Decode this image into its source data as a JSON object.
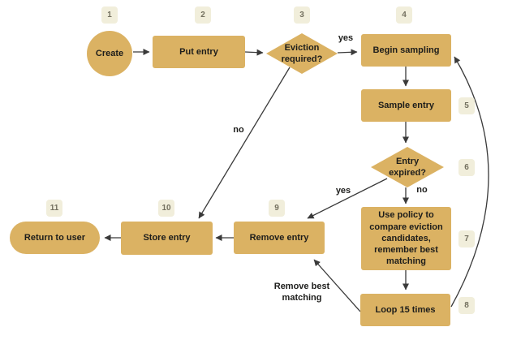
{
  "diagram": {
    "type": "flowchart",
    "colors": {
      "background": "#ffffff",
      "node_fill": "#dbb263",
      "badge_fill": "#f1eedb",
      "badge_text": "#73705f",
      "edge": "#3a3a3a",
      "text": "#1d1d1b"
    },
    "nodes": [
      {
        "badge": "1",
        "label": "Create",
        "shape": "circle"
      },
      {
        "badge": "2",
        "label": "Put entry",
        "shape": "rect"
      },
      {
        "badge": "3",
        "label": "Eviction required?",
        "shape": "diamond"
      },
      {
        "badge": "4",
        "label": "Begin sampling",
        "shape": "rect"
      },
      {
        "badge": "5",
        "label": "Sample entry",
        "shape": "rect"
      },
      {
        "badge": "6",
        "label": "Entry expired?",
        "shape": "diamond"
      },
      {
        "badge": "7",
        "label": "Use policy to compare eviction candidates, remember best matching",
        "shape": "rect"
      },
      {
        "badge": "8",
        "label": "Loop 15 times",
        "shape": "rect"
      },
      {
        "badge": "9",
        "label": "Remove entry",
        "shape": "rect"
      },
      {
        "badge": "10",
        "label": "Store entry",
        "shape": "rect"
      },
      {
        "badge": "11",
        "label": "Return to user",
        "shape": "pill"
      }
    ],
    "edges": [
      {
        "from": "Create",
        "to": "Put entry",
        "label": ""
      },
      {
        "from": "Put entry",
        "to": "Eviction required?",
        "label": ""
      },
      {
        "from": "Eviction required?",
        "to": "Begin sampling",
        "label": "yes"
      },
      {
        "from": "Eviction required?",
        "to": "Store entry",
        "label": "no"
      },
      {
        "from": "Begin sampling",
        "to": "Sample entry",
        "label": ""
      },
      {
        "from": "Sample entry",
        "to": "Entry expired?",
        "label": ""
      },
      {
        "from": "Entry expired?",
        "to": "Remove entry",
        "label": "yes"
      },
      {
        "from": "Entry expired?",
        "to": "Use policy to compare eviction candidates, remember best matching",
        "label": "no"
      },
      {
        "from": "Use policy to compare eviction candidates, remember best matching",
        "to": "Loop 15 times",
        "label": ""
      },
      {
        "from": "Loop 15 times",
        "to": "Begin sampling",
        "label": ""
      },
      {
        "from": "Loop 15 times",
        "to": "Remove entry",
        "label": "Remove best matching"
      },
      {
        "from": "Remove entry",
        "to": "Store entry",
        "label": ""
      },
      {
        "from": "Store entry",
        "to": "Return to user",
        "label": ""
      }
    ]
  }
}
